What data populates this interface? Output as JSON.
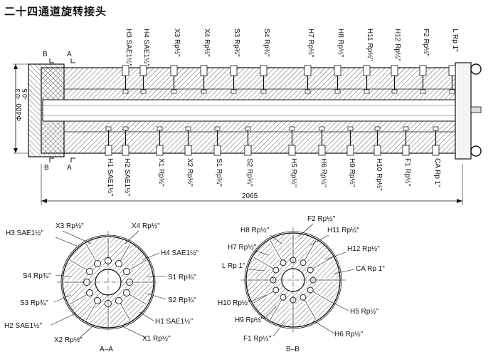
{
  "title": "二十四通道旋转接头",
  "main_view": {
    "top_labels": [
      "H3 SAE1½\"",
      "H4 SAE1½\"",
      "X3 Rp½\"",
      "X4 Rp½\"",
      "S3 Rp¾\"",
      "S4 Rp¾\"",
      "H7 Rp½\"",
      "H8 Rp½\"",
      "H11 Rp½\"",
      "H12 Rp½\"",
      "F2 Rp½\"",
      "L Rp 1\""
    ],
    "bottom_labels": [
      "H1 SAE1½\"",
      "H2 SAE1½\"",
      "X1 Rp½\"",
      "X2 Rp½\"",
      "S1 Rp¾\"",
      "S2 Rp¾\"",
      "H5 Rp½\"",
      "H6 Rp½\"",
      "H9 Rp½\"",
      "H10 Rp½\"",
      "F1 Rp½\"",
      "CA Rp 1\""
    ],
    "diameter_label": "Φ400",
    "tolerance_upper": "-0.3",
    "tolerance_lower": "-0.5",
    "length_label": "2065",
    "section_a": "A",
    "section_b": "B"
  },
  "section_aa": {
    "caption": "A–A",
    "left_labels": [
      "H3 SAE1½\"",
      "S4 Rp¾\"",
      "S3 Rp¾\"",
      "H2 SAE1½\""
    ],
    "top_labels": [
      "X3 Rp½\"",
      "X4 Rp½\""
    ],
    "right_labels": [
      "H4 SAE1½\"",
      "S1 Rp¾\"",
      "S2 Rp¾\"",
      "H1 SAE1½\""
    ],
    "bottom_labels": [
      "X2 Rp½\"",
      "X1 Rp½\""
    ]
  },
  "section_bb": {
    "caption": "B–B",
    "top_labels": [
      "F2 Rp½\"",
      "H8 Rp½\"",
      "H11 Rp½\""
    ],
    "left_labels": [
      "H7 Rp½\"",
      "L Rp 1\"",
      "H10 Rp½\"",
      "H9 Rp½\""
    ],
    "right_labels": [
      "H12 Rp½\"",
      "CA Rp 1\"",
      "H5 Rp½\""
    ],
    "bottom_labels": [
      "F1 Rp½\"",
      "H6 Rp½\""
    ]
  }
}
